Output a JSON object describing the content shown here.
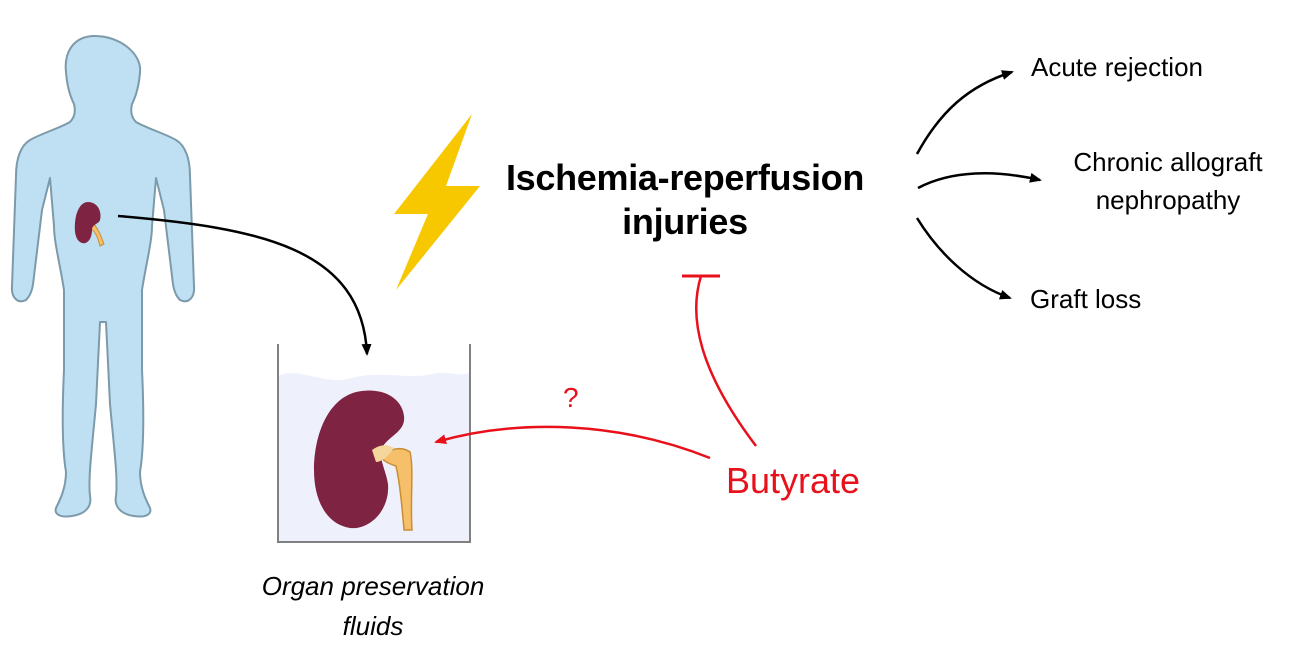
{
  "diagram": {
    "center_label_line1": "Ischemia-reperfusion",
    "center_label_line2": "injuries",
    "outcomes": [
      {
        "line1": "Acute rejection",
        "line2": ""
      },
      {
        "line1": "Chronic allograft",
        "line2": "nephropathy"
      },
      {
        "line1": "Graft loss",
        "line2": ""
      }
    ],
    "intervention": "Butyrate",
    "uncertain_marker": "?",
    "container_caption_line1": "Organ preservation",
    "container_caption_line2": "fluids"
  },
  "colors": {
    "body_silhouette": "#bfe0f3",
    "body_outline": "#7c9aaa",
    "kidney": "#7f2342",
    "kidney_ureter": "#f6bf6a",
    "lightning": "#f7c800",
    "inhibition": "#e8111b",
    "arrow": "#000000",
    "fluid": "#eef1fb",
    "container_outline": "#808080"
  },
  "icons": [
    "human-body-icon",
    "kidney-icon",
    "lightning-bolt-icon",
    "preservation-container-icon"
  ]
}
